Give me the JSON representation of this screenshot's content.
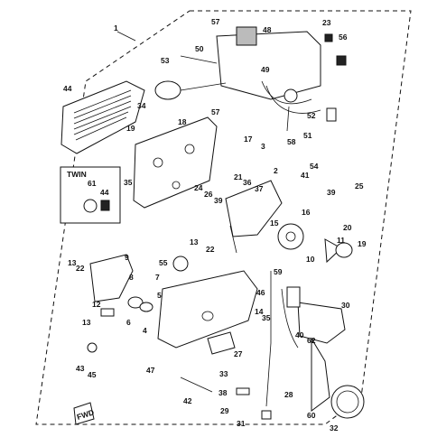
{
  "twin_label": "TWIN",
  "front_label": "FWD",
  "callouts": [
    {
      "id": "c1",
      "text": "1"
    },
    {
      "id": "c2",
      "text": "2"
    },
    {
      "id": "c3",
      "text": "3"
    },
    {
      "id": "c4",
      "text": "4"
    },
    {
      "id": "c5",
      "text": "5"
    },
    {
      "id": "c6",
      "text": "6"
    },
    {
      "id": "c7",
      "text": "7"
    },
    {
      "id": "c8",
      "text": "8"
    },
    {
      "id": "c9",
      "text": "9"
    },
    {
      "id": "c10",
      "text": "10"
    },
    {
      "id": "c11",
      "text": "11"
    },
    {
      "id": "c12",
      "text": "12"
    },
    {
      "id": "c13a",
      "text": "13"
    },
    {
      "id": "c13b",
      "text": "13"
    },
    {
      "id": "c13c",
      "text": "13"
    },
    {
      "id": "c14",
      "text": "14"
    },
    {
      "id": "c15",
      "text": "15"
    },
    {
      "id": "c16",
      "text": "16"
    },
    {
      "id": "c17",
      "text": "17"
    },
    {
      "id": "c18",
      "text": "18"
    },
    {
      "id": "c19a",
      "text": "19"
    },
    {
      "id": "c19b",
      "text": "19"
    },
    {
      "id": "c20",
      "text": "20"
    },
    {
      "id": "c21",
      "text": "21"
    },
    {
      "id": "c22a",
      "text": "22"
    },
    {
      "id": "c22b",
      "text": "22"
    },
    {
      "id": "c23",
      "text": "23"
    },
    {
      "id": "c24",
      "text": "24"
    },
    {
      "id": "c25",
      "text": "25"
    },
    {
      "id": "c26",
      "text": "26"
    },
    {
      "id": "c27",
      "text": "27"
    },
    {
      "id": "c28",
      "text": "28"
    },
    {
      "id": "c29",
      "text": "29"
    },
    {
      "id": "c30",
      "text": "30"
    },
    {
      "id": "c31",
      "text": "31"
    },
    {
      "id": "c32",
      "text": "32"
    },
    {
      "id": "c33",
      "text": "33"
    },
    {
      "id": "c34",
      "text": "34"
    },
    {
      "id": "c35a",
      "text": "35"
    },
    {
      "id": "c35b",
      "text": "35"
    },
    {
      "id": "c36",
      "text": "36"
    },
    {
      "id": "c37",
      "text": "37"
    },
    {
      "id": "c38",
      "text": "38"
    },
    {
      "id": "c39a",
      "text": "39"
    },
    {
      "id": "c39b",
      "text": "39"
    },
    {
      "id": "c40",
      "text": "40"
    },
    {
      "id": "c41",
      "text": "41"
    },
    {
      "id": "c42",
      "text": "42"
    },
    {
      "id": "c43",
      "text": "43"
    },
    {
      "id": "c44a",
      "text": "44"
    },
    {
      "id": "c44b",
      "text": "44"
    },
    {
      "id": "c45",
      "text": "45"
    },
    {
      "id": "c46",
      "text": "46"
    },
    {
      "id": "c47",
      "text": "47"
    },
    {
      "id": "c48",
      "text": "48"
    },
    {
      "id": "c49",
      "text": "49"
    },
    {
      "id": "c50",
      "text": "50"
    },
    {
      "id": "c51",
      "text": "51"
    },
    {
      "id": "c52",
      "text": "52"
    },
    {
      "id": "c53",
      "text": "53"
    },
    {
      "id": "c54",
      "text": "54"
    },
    {
      "id": "c55",
      "text": "55"
    },
    {
      "id": "c56",
      "text": "56"
    },
    {
      "id": "c57a",
      "text": "57"
    },
    {
      "id": "c57b",
      "text": "57"
    },
    {
      "id": "c58",
      "text": "58"
    },
    {
      "id": "c59",
      "text": "59"
    },
    {
      "id": "c60",
      "text": "60"
    },
    {
      "id": "c61",
      "text": "61"
    },
    {
      "id": "c62",
      "text": "62"
    }
  ]
}
